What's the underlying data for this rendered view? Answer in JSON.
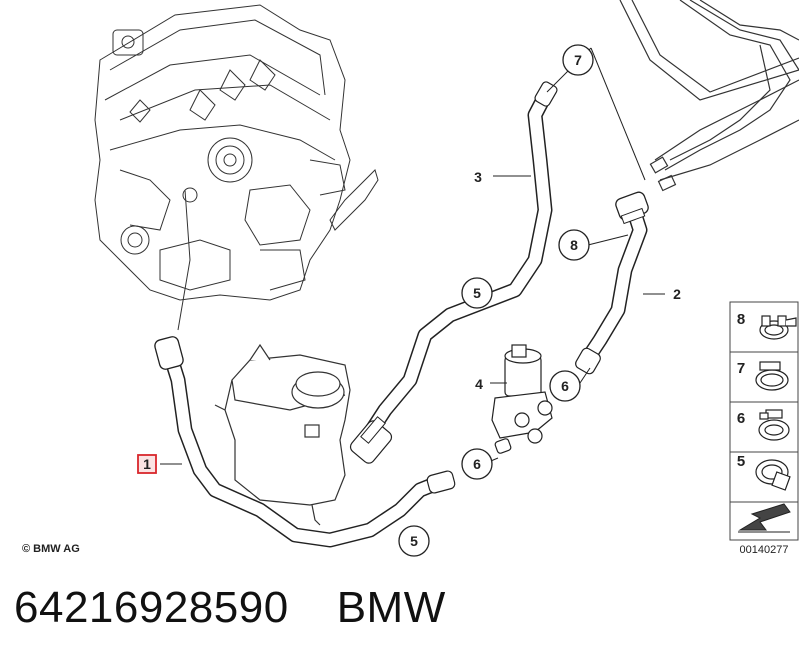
{
  "diagram": {
    "copyright": "© BMW AG",
    "image_number": "00140277",
    "callouts": [
      {
        "id": "c1",
        "label": "1",
        "highlighted": true
      },
      {
        "id": "c2",
        "label": "2"
      },
      {
        "id": "c3",
        "label": "3"
      },
      {
        "id": "c4",
        "label": "4"
      },
      {
        "id": "c5a",
        "label": "5"
      },
      {
        "id": "c5b",
        "label": "5"
      },
      {
        "id": "c6a",
        "label": "6"
      },
      {
        "id": "c6b",
        "label": "6"
      },
      {
        "id": "c7",
        "label": "7"
      },
      {
        "id": "c8",
        "label": "8"
      }
    ],
    "side_panel": [
      "8",
      "7",
      "6",
      "5"
    ],
    "highlight_color": "#d9262b"
  },
  "caption": {
    "part_number": "64216928590",
    "brand": "BMW"
  }
}
